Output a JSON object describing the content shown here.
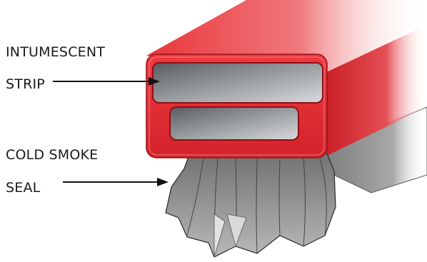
{
  "labels": {
    "intumescent_line1": "INTUMESCENT",
    "intumescent_line2": "STRIP",
    "cold_smoke_line1": "COLD SMOKE",
    "cold_smoke_line2": "SEAL"
  },
  "colors": {
    "seal_red": "#e0242b",
    "seal_red_dark": "#b0161c",
    "strip_grey": "#6f7275",
    "brush_grey": "#8d8d8d",
    "arrow": "#111111"
  }
}
